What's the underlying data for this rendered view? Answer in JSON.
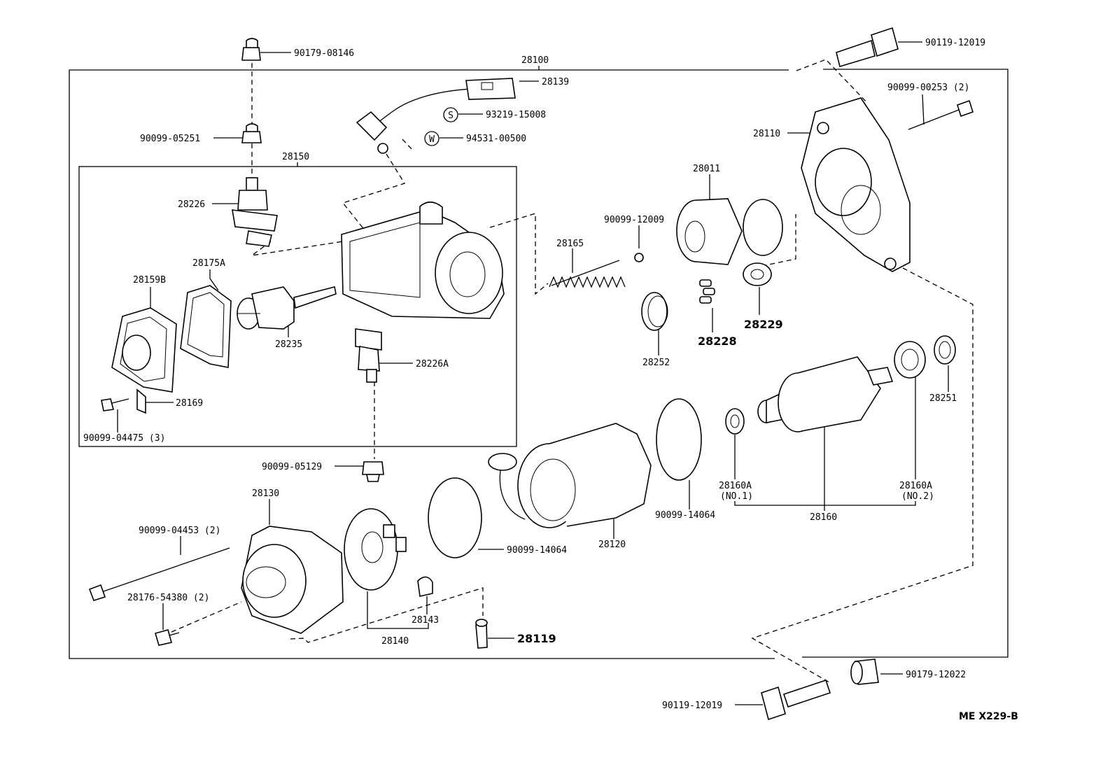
{
  "diagram": {
    "code": "ME  X229-B",
    "labels": {
      "l_28100": "28100",
      "l_90179_08146": "90179-08146",
      "l_28139": "28139",
      "l_93219_15008": "93219-15008",
      "l_s_symbol": "S",
      "l_94531_00500": "94531-00500",
      "l_w_symbol": "W",
      "l_90099_05251": "90099-05251",
      "l_28150": "28150",
      "l_28226": "28226",
      "l_28175A": "28175A",
      "l_28159B": "28159B",
      "l_28235": "28235",
      "l_28226A": "28226A",
      "l_28169": "28169",
      "l_90099_04475": "90099-04475 (3)",
      "l_90099_05129": "90099-05129",
      "l_90119_12019_top": "90119-12019",
      "l_90099_00253": "90099-00253 (2)",
      "l_28110": "28110",
      "l_28011": "28011",
      "l_90099_12009": "90099-12009",
      "l_28165": "28165",
      "l_28252": "28252",
      "l_28228": "28228",
      "l_28229": "28229",
      "l_28251": "28251",
      "l_28160A_1": "28160A",
      "l_no1": "(NO.1)",
      "l_28160A_2": "28160A",
      "l_no2": "(NO.2)",
      "l_28160": "28160",
      "l_90099_14064_a": "90099-14064",
      "l_28120": "28120",
      "l_90099_14064_b": "90099-14064",
      "l_28130": "28130",
      "l_90099_04453": "90099-04453 (2)",
      "l_28176_54380": "28176-54380 (2)",
      "l_28143": "28143",
      "l_28140": "28140",
      "l_28119": "28119",
      "l_90179_12022": "90179-12022",
      "l_90119_12019_bottom": "90119-12019"
    }
  }
}
